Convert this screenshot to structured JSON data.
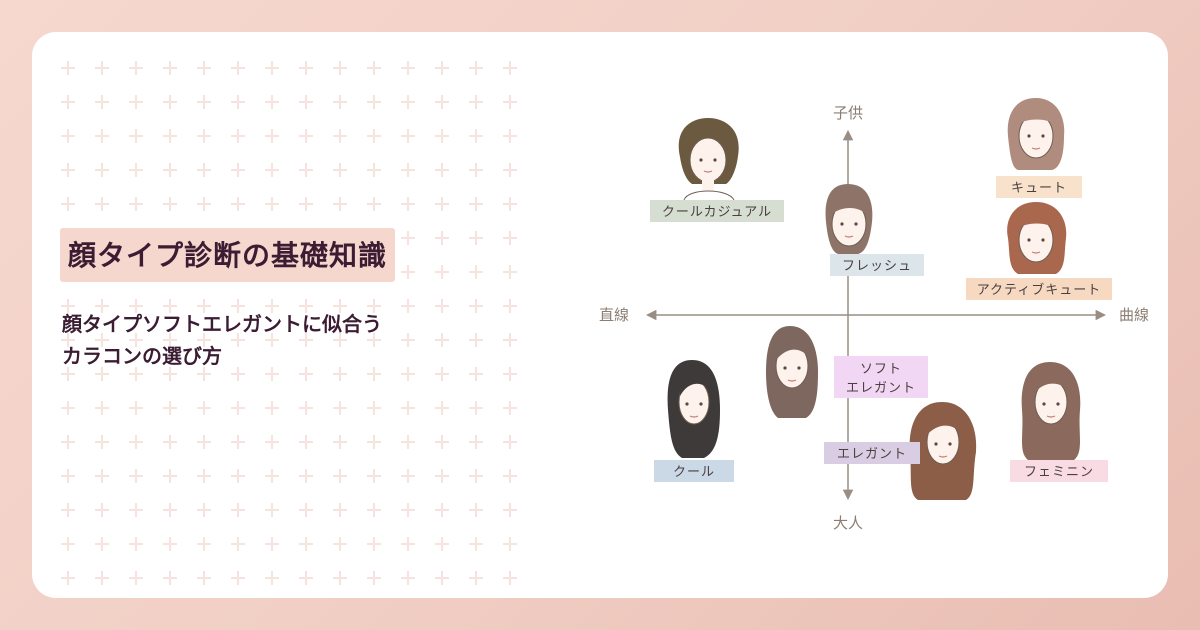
{
  "title": "顔タイプ診断の基礎知識",
  "subtitle": {
    "line1": "顔タイプソフトエレガントに似合う",
    "line2": "カラコンの選び方"
  },
  "axes": {
    "top": "子供",
    "bottom": "大人",
    "left": "直線",
    "right": "曲線"
  },
  "types": {
    "cool_casual": {
      "label": "クールカジュアル",
      "color": "#d6ddd1"
    },
    "fresh": {
      "label": "フレッシュ",
      "color": "#dce6ea"
    },
    "cute": {
      "label": "キュート",
      "color": "#f9e2cc"
    },
    "active_cute": {
      "label": "アクティブキュート",
      "color": "#f6d9c0"
    },
    "soft_elegant": {
      "label1": "ソフト",
      "label2": "エレガント",
      "color": "#f1d7f4"
    },
    "elegant": {
      "label": "エレガント",
      "color": "#d9cde3"
    },
    "cool": {
      "label": "クール",
      "color": "#cbd9e6"
    },
    "feminine": {
      "label": "フェミニン",
      "color": "#f8dbe3"
    }
  },
  "icons": [
    "woman-illustration-icon"
  ]
}
